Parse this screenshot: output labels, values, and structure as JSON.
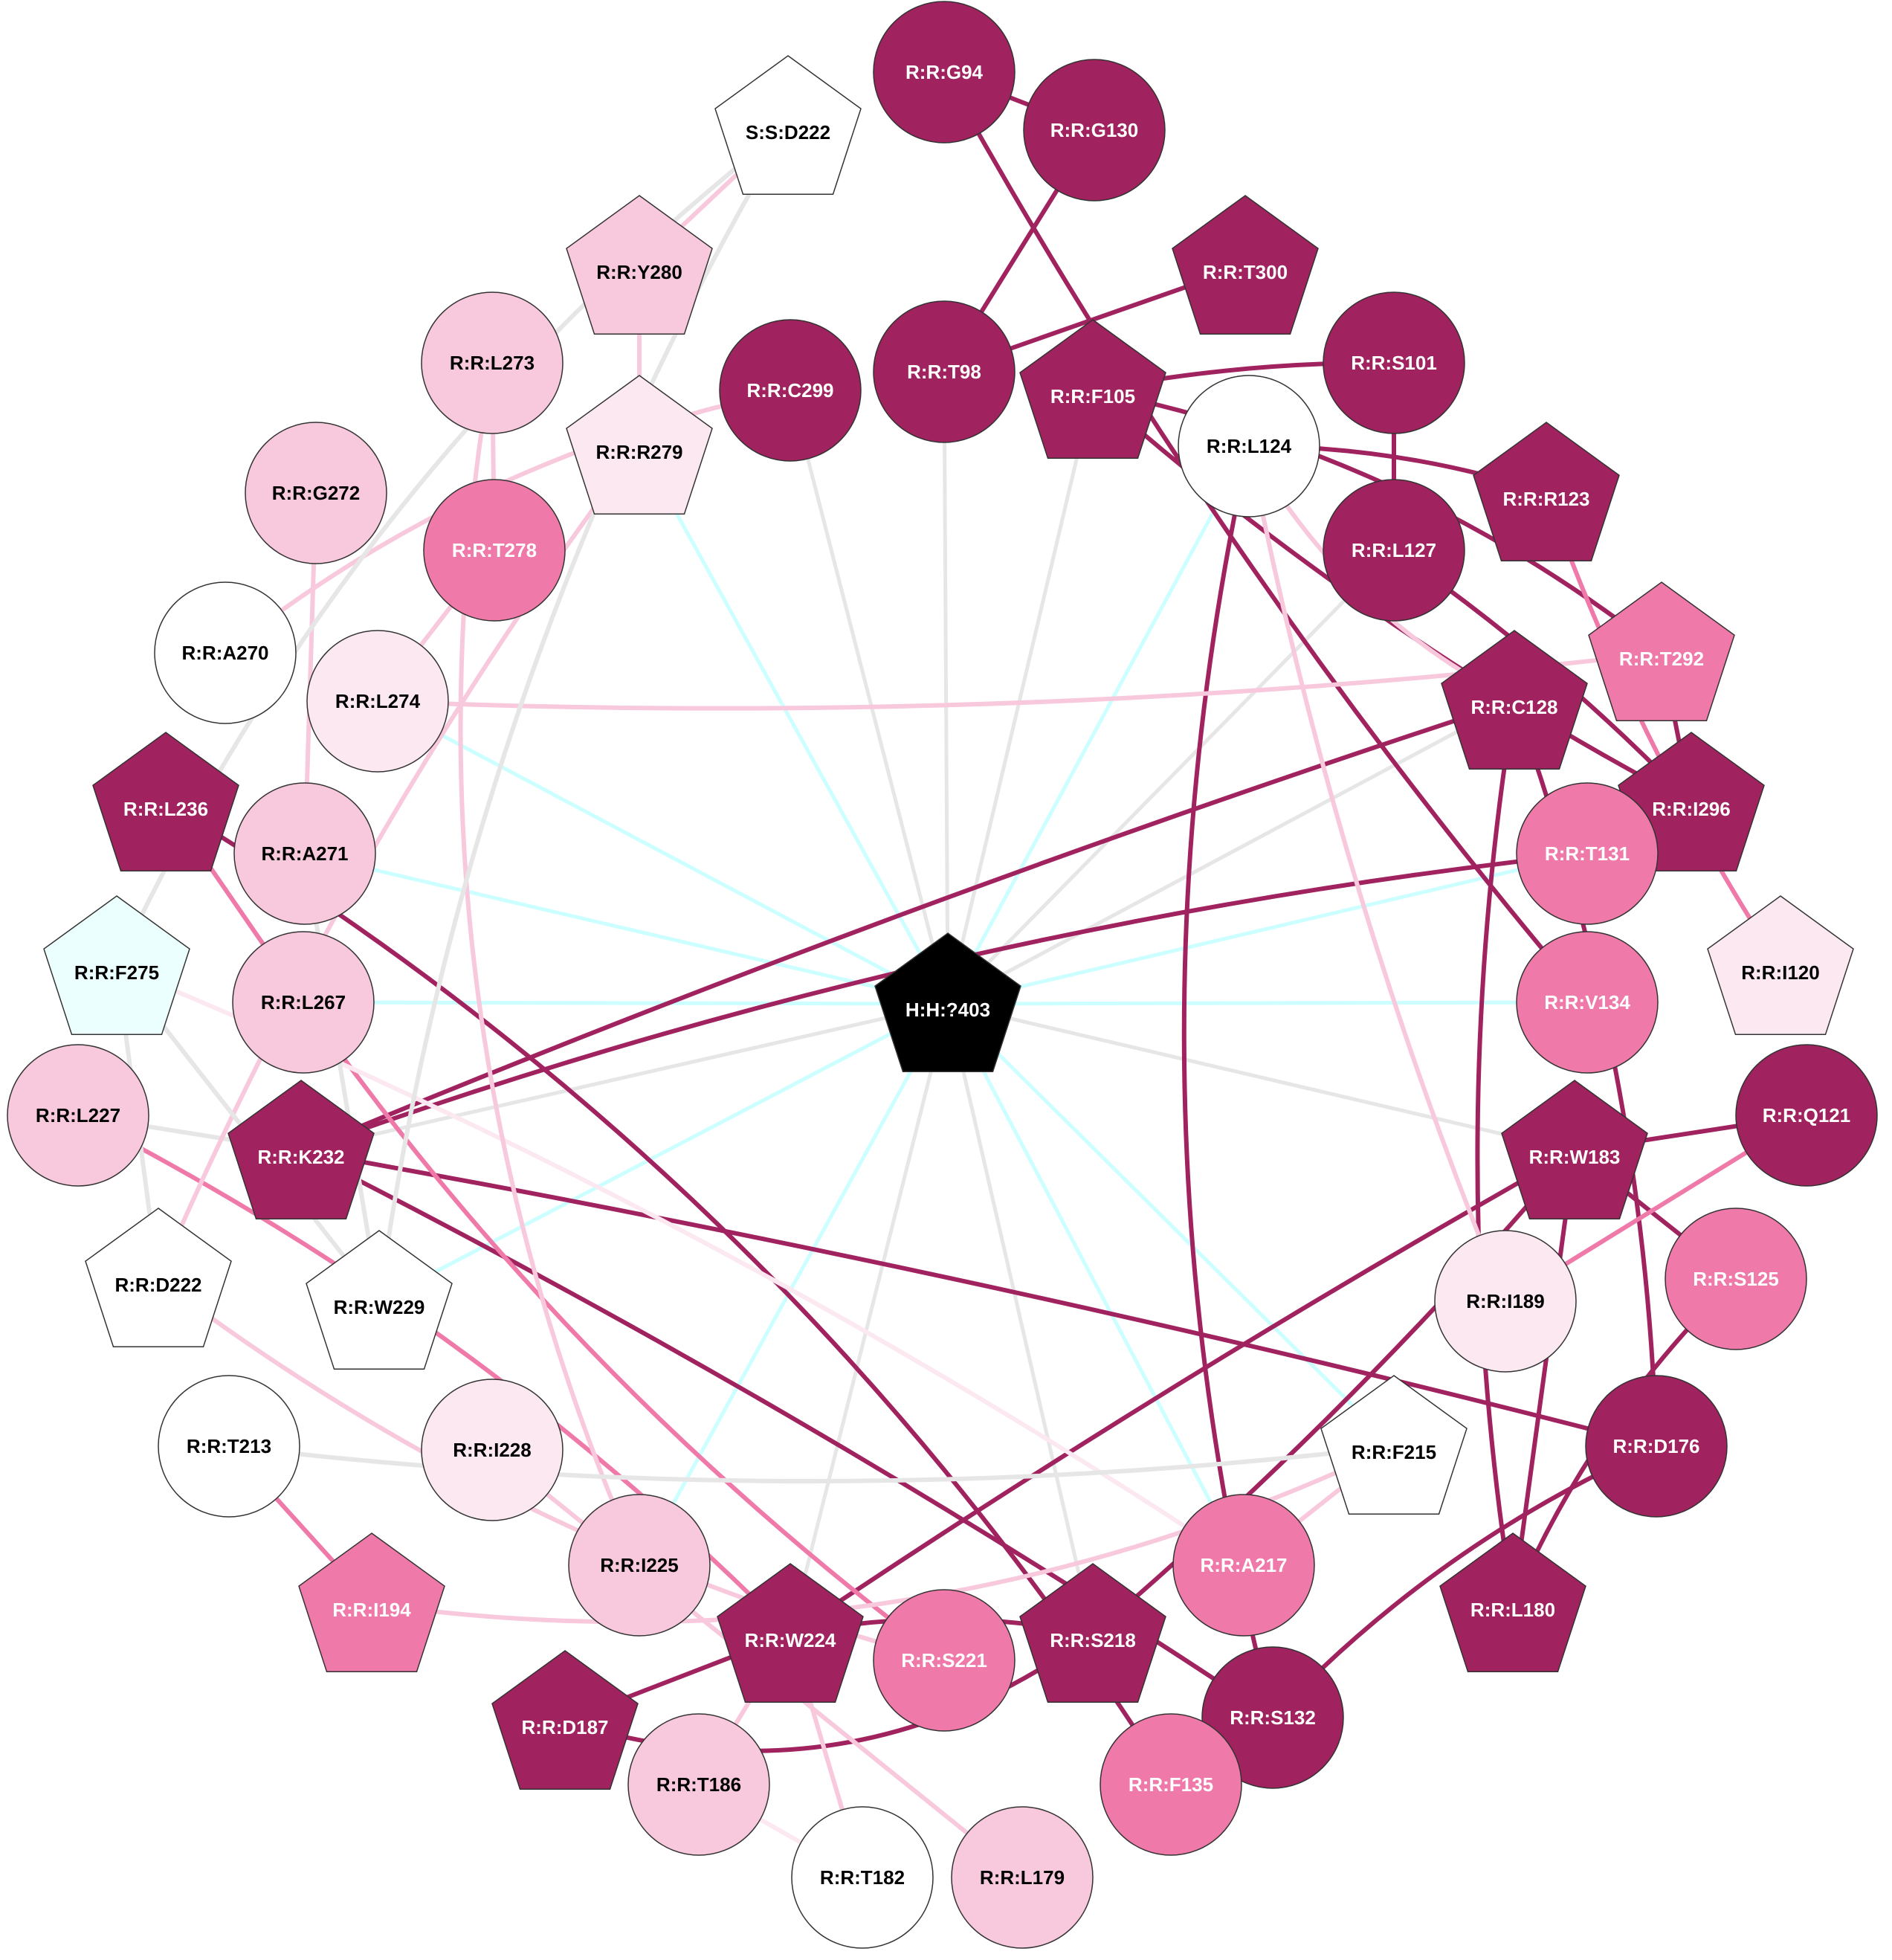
{
  "colors": {
    "dark": "#a0225e",
    "medium": "#ef7aa9",
    "light": "#f8c8dc",
    "pale": "#fbe8f1",
    "white": "#ffffff",
    "cyan": "#ecffff",
    "black": "#000000",
    "edge_gray": "#e6e6e6",
    "edge_cyan": "#ccffff"
  },
  "nodes": [
    {
      "id": "H:H:?403",
      "shape": "pentagon",
      "fill": "black"
    },
    {
      "id": "R:R:G94",
      "shape": "circle",
      "fill": "dark"
    },
    {
      "id": "R:R:G130",
      "shape": "circle",
      "fill": "dark"
    },
    {
      "id": "S:S:D222",
      "shape": "pentagon",
      "fill": "white"
    },
    {
      "id": "R:R:T300",
      "shape": "pentagon",
      "fill": "dark"
    },
    {
      "id": "R:R:Y280",
      "shape": "pentagon",
      "fill": "light"
    },
    {
      "id": "R:R:L273",
      "shape": "circle",
      "fill": "light"
    },
    {
      "id": "R:R:C299",
      "shape": "circle",
      "fill": "dark"
    },
    {
      "id": "R:R:T98",
      "shape": "circle",
      "fill": "dark"
    },
    {
      "id": "R:R:F105",
      "shape": "pentagon",
      "fill": "dark"
    },
    {
      "id": "R:R:S101",
      "shape": "circle",
      "fill": "dark"
    },
    {
      "id": "R:R:L124",
      "shape": "circle",
      "fill": "white"
    },
    {
      "id": "R:R:R279",
      "shape": "pentagon",
      "fill": "pale"
    },
    {
      "id": "R:R:G272",
      "shape": "circle",
      "fill": "light"
    },
    {
      "id": "R:R:T278",
      "shape": "circle",
      "fill": "medium"
    },
    {
      "id": "R:R:R123",
      "shape": "pentagon",
      "fill": "dark"
    },
    {
      "id": "R:R:L127",
      "shape": "circle",
      "fill": "dark"
    },
    {
      "id": "R:R:A270",
      "shape": "circle",
      "fill": "white"
    },
    {
      "id": "R:R:T292",
      "shape": "pentagon",
      "fill": "medium"
    },
    {
      "id": "R:R:L274",
      "shape": "circle",
      "fill": "pale"
    },
    {
      "id": "R:R:C128",
      "shape": "pentagon",
      "fill": "dark"
    },
    {
      "id": "R:R:L236",
      "shape": "pentagon",
      "fill": "dark"
    },
    {
      "id": "R:R:I296",
      "shape": "pentagon",
      "fill": "dark"
    },
    {
      "id": "R:R:A271",
      "shape": "circle",
      "fill": "light"
    },
    {
      "id": "R:R:T131",
      "shape": "circle",
      "fill": "medium"
    },
    {
      "id": "R:R:F275",
      "shape": "pentagon",
      "fill": "cyan"
    },
    {
      "id": "R:R:I120",
      "shape": "pentagon",
      "fill": "pale"
    },
    {
      "id": "R:R:L267",
      "shape": "circle",
      "fill": "light"
    },
    {
      "id": "R:R:V134",
      "shape": "circle",
      "fill": "medium"
    },
    {
      "id": "R:R:L227",
      "shape": "circle",
      "fill": "light"
    },
    {
      "id": "R:R:Q121",
      "shape": "circle",
      "fill": "dark"
    },
    {
      "id": "R:R:K232",
      "shape": "pentagon",
      "fill": "dark"
    },
    {
      "id": "R:R:W183",
      "shape": "pentagon",
      "fill": "dark"
    },
    {
      "id": "R:R:D222",
      "shape": "pentagon",
      "fill": "white"
    },
    {
      "id": "R:R:S125",
      "shape": "circle",
      "fill": "medium"
    },
    {
      "id": "R:R:W229",
      "shape": "pentagon",
      "fill": "white"
    },
    {
      "id": "R:R:I189",
      "shape": "circle",
      "fill": "pale"
    },
    {
      "id": "R:R:T213",
      "shape": "circle",
      "fill": "white"
    },
    {
      "id": "R:R:I228",
      "shape": "circle",
      "fill": "pale"
    },
    {
      "id": "R:R:F215",
      "shape": "pentagon",
      "fill": "white"
    },
    {
      "id": "R:R:D176",
      "shape": "circle",
      "fill": "dark"
    },
    {
      "id": "R:R:I225",
      "shape": "circle",
      "fill": "light"
    },
    {
      "id": "R:R:A217",
      "shape": "circle",
      "fill": "medium"
    },
    {
      "id": "R:R:I194",
      "shape": "pentagon",
      "fill": "medium"
    },
    {
      "id": "R:R:L180",
      "shape": "pentagon",
      "fill": "dark"
    },
    {
      "id": "R:R:W224",
      "shape": "pentagon",
      "fill": "dark"
    },
    {
      "id": "R:R:S221",
      "shape": "circle",
      "fill": "medium"
    },
    {
      "id": "R:R:S218",
      "shape": "pentagon",
      "fill": "dark"
    },
    {
      "id": "R:R:S132",
      "shape": "circle",
      "fill": "dark"
    },
    {
      "id": "R:R:D187",
      "shape": "pentagon",
      "fill": "dark"
    },
    {
      "id": "R:R:T186",
      "shape": "circle",
      "fill": "light"
    },
    {
      "id": "R:R:F135",
      "shape": "circle",
      "fill": "medium"
    },
    {
      "id": "R:R:T182",
      "shape": "circle",
      "fill": "white"
    },
    {
      "id": "R:R:L179",
      "shape": "circle",
      "fill": "light"
    }
  ],
  "edges": [
    {
      "from": "H:H:?403",
      "to": "R:R:C299",
      "color": "edge_gray"
    },
    {
      "from": "H:H:?403",
      "to": "R:R:T98",
      "color": "edge_gray"
    },
    {
      "from": "H:H:?403",
      "to": "R:R:F105",
      "color": "edge_gray"
    },
    {
      "from": "H:H:?403",
      "to": "R:R:L124",
      "color": "edge_cyan"
    },
    {
      "from": "H:H:?403",
      "to": "R:R:R279",
      "color": "edge_cyan"
    },
    {
      "from": "H:H:?403",
      "to": "R:R:L127",
      "color": "edge_gray"
    },
    {
      "from": "H:H:?403",
      "to": "R:R:L274",
      "color": "edge_cyan"
    },
    {
      "from": "H:H:?403",
      "to": "R:R:C128",
      "color": "edge_gray"
    },
    {
      "from": "H:H:?403",
      "to": "R:R:A271",
      "color": "edge_cyan"
    },
    {
      "from": "H:H:?403",
      "to": "R:R:T131",
      "color": "edge_cyan"
    },
    {
      "from": "H:H:?403",
      "to": "R:R:L267",
      "color": "edge_cyan"
    },
    {
      "from": "H:H:?403",
      "to": "R:R:V134",
      "color": "edge_cyan"
    },
    {
      "from": "H:H:?403",
      "to": "R:R:K232",
      "color": "edge_gray"
    },
    {
      "from": "H:H:?403",
      "to": "R:R:W183",
      "color": "edge_gray"
    },
    {
      "from": "H:H:?403",
      "to": "R:R:W229",
      "color": "edge_cyan"
    },
    {
      "from": "H:H:?403",
      "to": "R:R:F215",
      "color": "edge_cyan"
    },
    {
      "from": "H:H:?403",
      "to": "R:R:I225",
      "color": "edge_cyan"
    },
    {
      "from": "H:H:?403",
      "to": "R:R:A217",
      "color": "edge_cyan"
    },
    {
      "from": "H:H:?403",
      "to": "R:R:W224",
      "color": "edge_gray"
    },
    {
      "from": "H:H:?403",
      "to": "R:R:S218",
      "color": "edge_gray"
    },
    {
      "from": "R:R:G94",
      "to": "R:R:G130",
      "color": "dark"
    },
    {
      "from": "R:R:G94",
      "to": "R:R:V134",
      "color": "dark",
      "bend": 0.05
    },
    {
      "from": "R:R:G130",
      "to": "R:R:T98",
      "color": "dark"
    },
    {
      "from": "R:R:T98",
      "to": "R:R:T300",
      "color": "dark"
    },
    {
      "from": "R:R:F105",
      "to": "R:R:S101",
      "color": "dark",
      "bend": -0.05
    },
    {
      "from": "R:R:F105",
      "to": "R:R:T292",
      "color": "dark",
      "bend": -0.12
    },
    {
      "from": "R:R:F105",
      "to": "R:R:I296",
      "color": "dark",
      "bend": 0.06
    },
    {
      "from": "R:R:S101",
      "to": "R:R:L127",
      "color": "dark"
    },
    {
      "from": "R:R:L124",
      "to": "R:R:R123",
      "color": "dark",
      "bend": -0.08
    },
    {
      "from": "R:R:L124",
      "to": "R:R:S132",
      "color": "dark",
      "bend": 0.12
    },
    {
      "from": "R:R:L127",
      "to": "R:R:I296",
      "color": "dark",
      "bend": -0.05
    },
    {
      "from": "R:R:T292",
      "to": "R:R:I296",
      "color": "dark"
    },
    {
      "from": "R:R:R123",
      "to": "R:R:I120",
      "color": "medium",
      "bend": 0.06
    },
    {
      "from": "R:R:C128",
      "to": "R:R:K232",
      "color": "dark",
      "bend": 0.02
    },
    {
      "from": "R:R:C128",
      "to": "R:R:L180",
      "color": "dark",
      "bend": 0.08
    },
    {
      "from": "R:R:C128",
      "to": "R:R:D176",
      "color": "dark",
      "bend": -0.08
    },
    {
      "from": "R:R:T131",
      "to": "R:R:K232",
      "color": "dark",
      "bend": 0.06
    },
    {
      "from": "R:R:K232",
      "to": "R:R:D176",
      "color": "dark",
      "bend": -0.02
    },
    {
      "from": "R:R:K232",
      "to": "R:R:S132",
      "color": "dark",
      "bend": -0.03
    },
    {
      "from": "R:R:L236",
      "to": "R:R:F135",
      "color": "dark",
      "bend": -0.12
    },
    {
      "from": "R:R:Q121",
      "to": "R:R:W183",
      "color": "dark"
    },
    {
      "from": "R:R:W183",
      "to": "R:R:S125",
      "color": "dark"
    },
    {
      "from": "R:R:W183",
      "to": "R:R:L180",
      "color": "dark"
    },
    {
      "from": "R:R:W183",
      "to": "R:R:W224",
      "color": "dark",
      "bend": 0.02
    },
    {
      "from": "R:R:W183",
      "to": "R:R:S218",
      "color": "dark",
      "bend": -0.04
    },
    {
      "from": "R:R:S125",
      "to": "R:R:L180",
      "color": "dark",
      "bend": 0.1
    },
    {
      "from": "R:R:D176",
      "to": "R:R:S132",
      "color": "dark",
      "bend": 0.1
    },
    {
      "from": "R:R:W224",
      "to": "R:R:D187",
      "color": "dark"
    },
    {
      "from": "R:R:W224",
      "to": "R:R:S218",
      "color": "dark",
      "bend": -0.1
    },
    {
      "from": "R:R:D187",
      "to": "R:R:S218",
      "color": "dark",
      "bend": 0.25
    },
    {
      "from": "R:R:K232",
      "to": "R:R:L227",
      "color": "edge_gray",
      "bend": 0.0
    },
    {
      "from": "R:R:Q121",
      "to": "R:R:I189",
      "color": "medium",
      "bend": 0.0
    },
    {
      "from": "R:R:L236",
      "to": "R:R:L267",
      "color": "medium"
    },
    {
      "from": "R:R:L227",
      "to": "R:R:W224",
      "color": "medium",
      "bend": -0.08
    },
    {
      "from": "R:R:L267",
      "to": "R:R:S221",
      "color": "medium",
      "bend": 0.08
    },
    {
      "from": "R:R:T213",
      "to": "R:R:I194",
      "color": "medium"
    },
    {
      "from": "R:R:L273",
      "to": "R:R:T278",
      "color": "light"
    },
    {
      "from": "R:R:T278",
      "to": "R:R:L274",
      "color": "light"
    },
    {
      "from": "R:R:G272",
      "to": "R:R:A271",
      "color": "light"
    },
    {
      "from": "R:R:Y280",
      "to": "S:S:D222",
      "color": "light"
    },
    {
      "from": "R:R:Y280",
      "to": "R:R:R279",
      "color": "light"
    },
    {
      "from": "R:R:C299",
      "to": "R:R:A270",
      "color": "light",
      "bend": 0.12
    },
    {
      "from": "R:R:L274",
      "to": "R:R:T292",
      "color": "light",
      "bend": 0.04
    },
    {
      "from": "R:R:L124",
      "to": "R:R:I189",
      "color": "light",
      "bend": 0.05
    },
    {
      "from": "R:R:L124",
      "to": "R:R:C128",
      "color": "light",
      "bend": 0.15
    },
    {
      "from": "R:R:A217",
      "to": "R:R:F215",
      "color": "light"
    },
    {
      "from": "R:R:I194",
      "to": "R:R:F215",
      "color": "light",
      "bend": 0.15
    },
    {
      "from": "R:R:R279",
      "to": "R:R:D222",
      "color": "light",
      "bend": 0.06
    },
    {
      "from": "R:R:D222",
      "to": "R:R:S221",
      "color": "light",
      "bend": 0.1
    },
    {
      "from": "R:R:F275",
      "to": "R:R:A217",
      "color": "pale",
      "bend": -0.05
    },
    {
      "from": "R:R:L273",
      "to": "R:R:I225",
      "color": "light",
      "bend": 0.15
    },
    {
      "from": "R:R:I228",
      "to": "R:R:L179",
      "color": "light"
    },
    {
      "from": "R:R:T186",
      "to": "R:R:T182",
      "color": "pale"
    },
    {
      "from": "R:R:W224",
      "to": "R:R:T186",
      "color": "light"
    },
    {
      "from": "R:R:W224",
      "to": "R:R:T182",
      "color": "light"
    },
    {
      "from": "S:S:D222",
      "to": "R:R:F275",
      "color": "edge_gray",
      "bend": 0.12
    },
    {
      "from": "S:S:D222",
      "to": "R:R:W229",
      "color": "edge_gray",
      "bend": 0.1
    },
    {
      "from": "R:R:F275",
      "to": "R:R:D222",
      "color": "edge_gray"
    },
    {
      "from": "R:R:F275",
      "to": "R:R:W229",
      "color": "edge_gray"
    },
    {
      "from": "R:R:T213",
      "to": "R:R:F215",
      "color": "edge_gray",
      "bend": 0.06
    },
    {
      "from": "R:R:A271",
      "to": "R:R:W229",
      "color": "edge_gray"
    }
  ]
}
